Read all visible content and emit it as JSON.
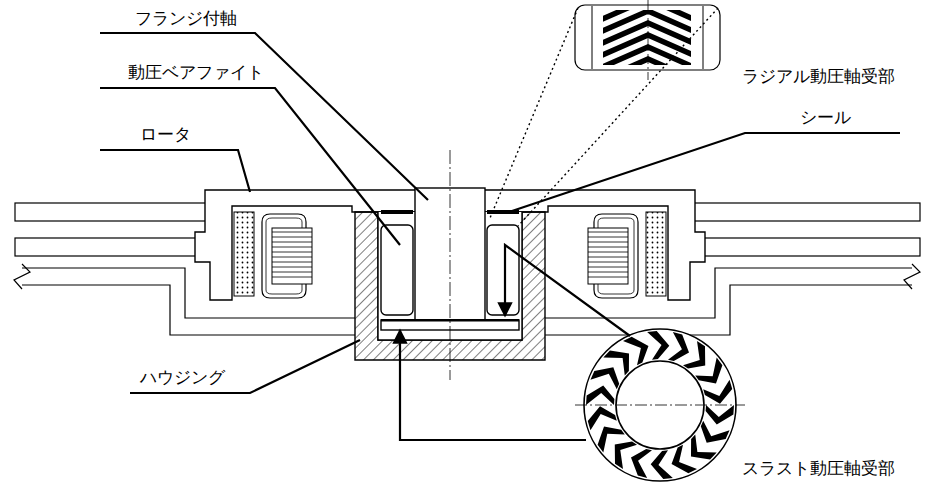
{
  "diagram": {
    "labels": [
      "フランジ付軸",
      "ラジアル動圧軸受部",
      "動圧ベアファイト",
      "ロータ",
      "シール",
      "ハウジング",
      "スラスト動圧軸受部"
    ]
  }
}
